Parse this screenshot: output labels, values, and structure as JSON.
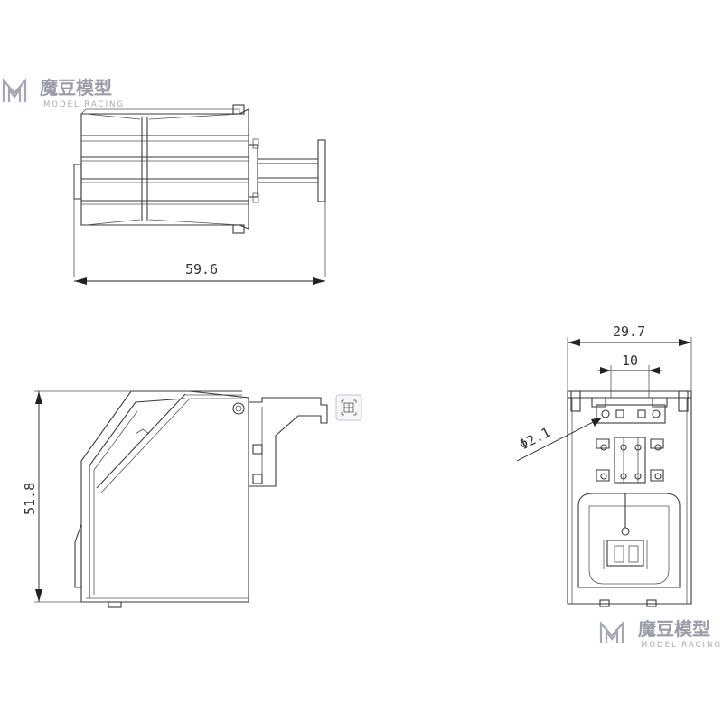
{
  "watermark": {
    "brand_cn": "魔豆模型",
    "brand_en": "MODEL RACING",
    "color": "#9a9ca8"
  },
  "dimensions": {
    "width_total": "59.6",
    "height_total": "51.8",
    "width_front": "29.7",
    "pin_spacing": "10",
    "hole_diameter": "Φ2.1"
  },
  "icons": {
    "overlay_button": "grid-scan-icon"
  },
  "colors": {
    "line": "#3a3a3a",
    "background": "#ffffff"
  }
}
